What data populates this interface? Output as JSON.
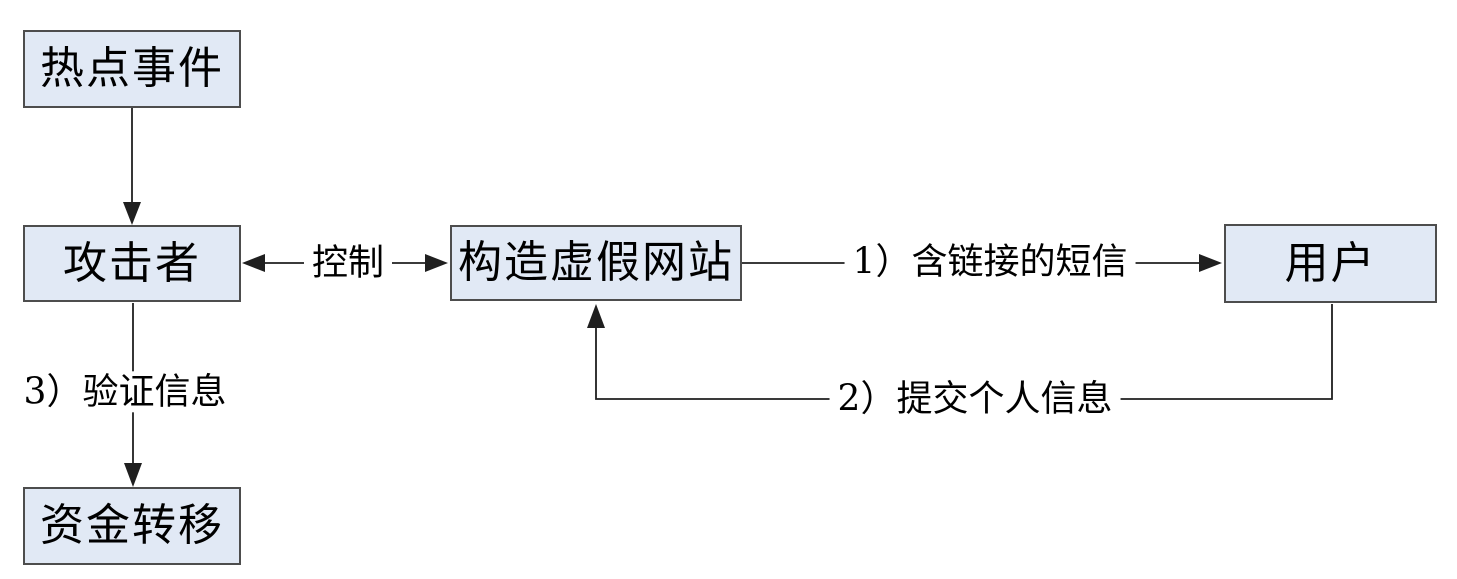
{
  "diagram": {
    "description": "SMS phishing attack flow diagram",
    "nodes": {
      "hot_event": {
        "label": "热点事件"
      },
      "attacker": {
        "label": "攻击者"
      },
      "fake_site": {
        "label": "构造虚假网站"
      },
      "user": {
        "label": "用户"
      },
      "fund_transfer": {
        "label": "资金转移"
      }
    },
    "edges": {
      "hot_event_to_attacker": {
        "label": ""
      },
      "attacker_fake_site_bidir": {
        "label": "控制"
      },
      "fake_site_to_user": {
        "label": "1）含链接的短信"
      },
      "user_to_fake_site": {
        "label": "2）提交个人信息"
      },
      "attacker_to_fund_transfer": {
        "label": "3）验证信息"
      }
    },
    "colors": {
      "node_fill": "#e1e9f5",
      "node_border": "#4d4d4d",
      "line": "#1f1f1f",
      "bg": "#ffffff",
      "text": "#000000"
    }
  }
}
